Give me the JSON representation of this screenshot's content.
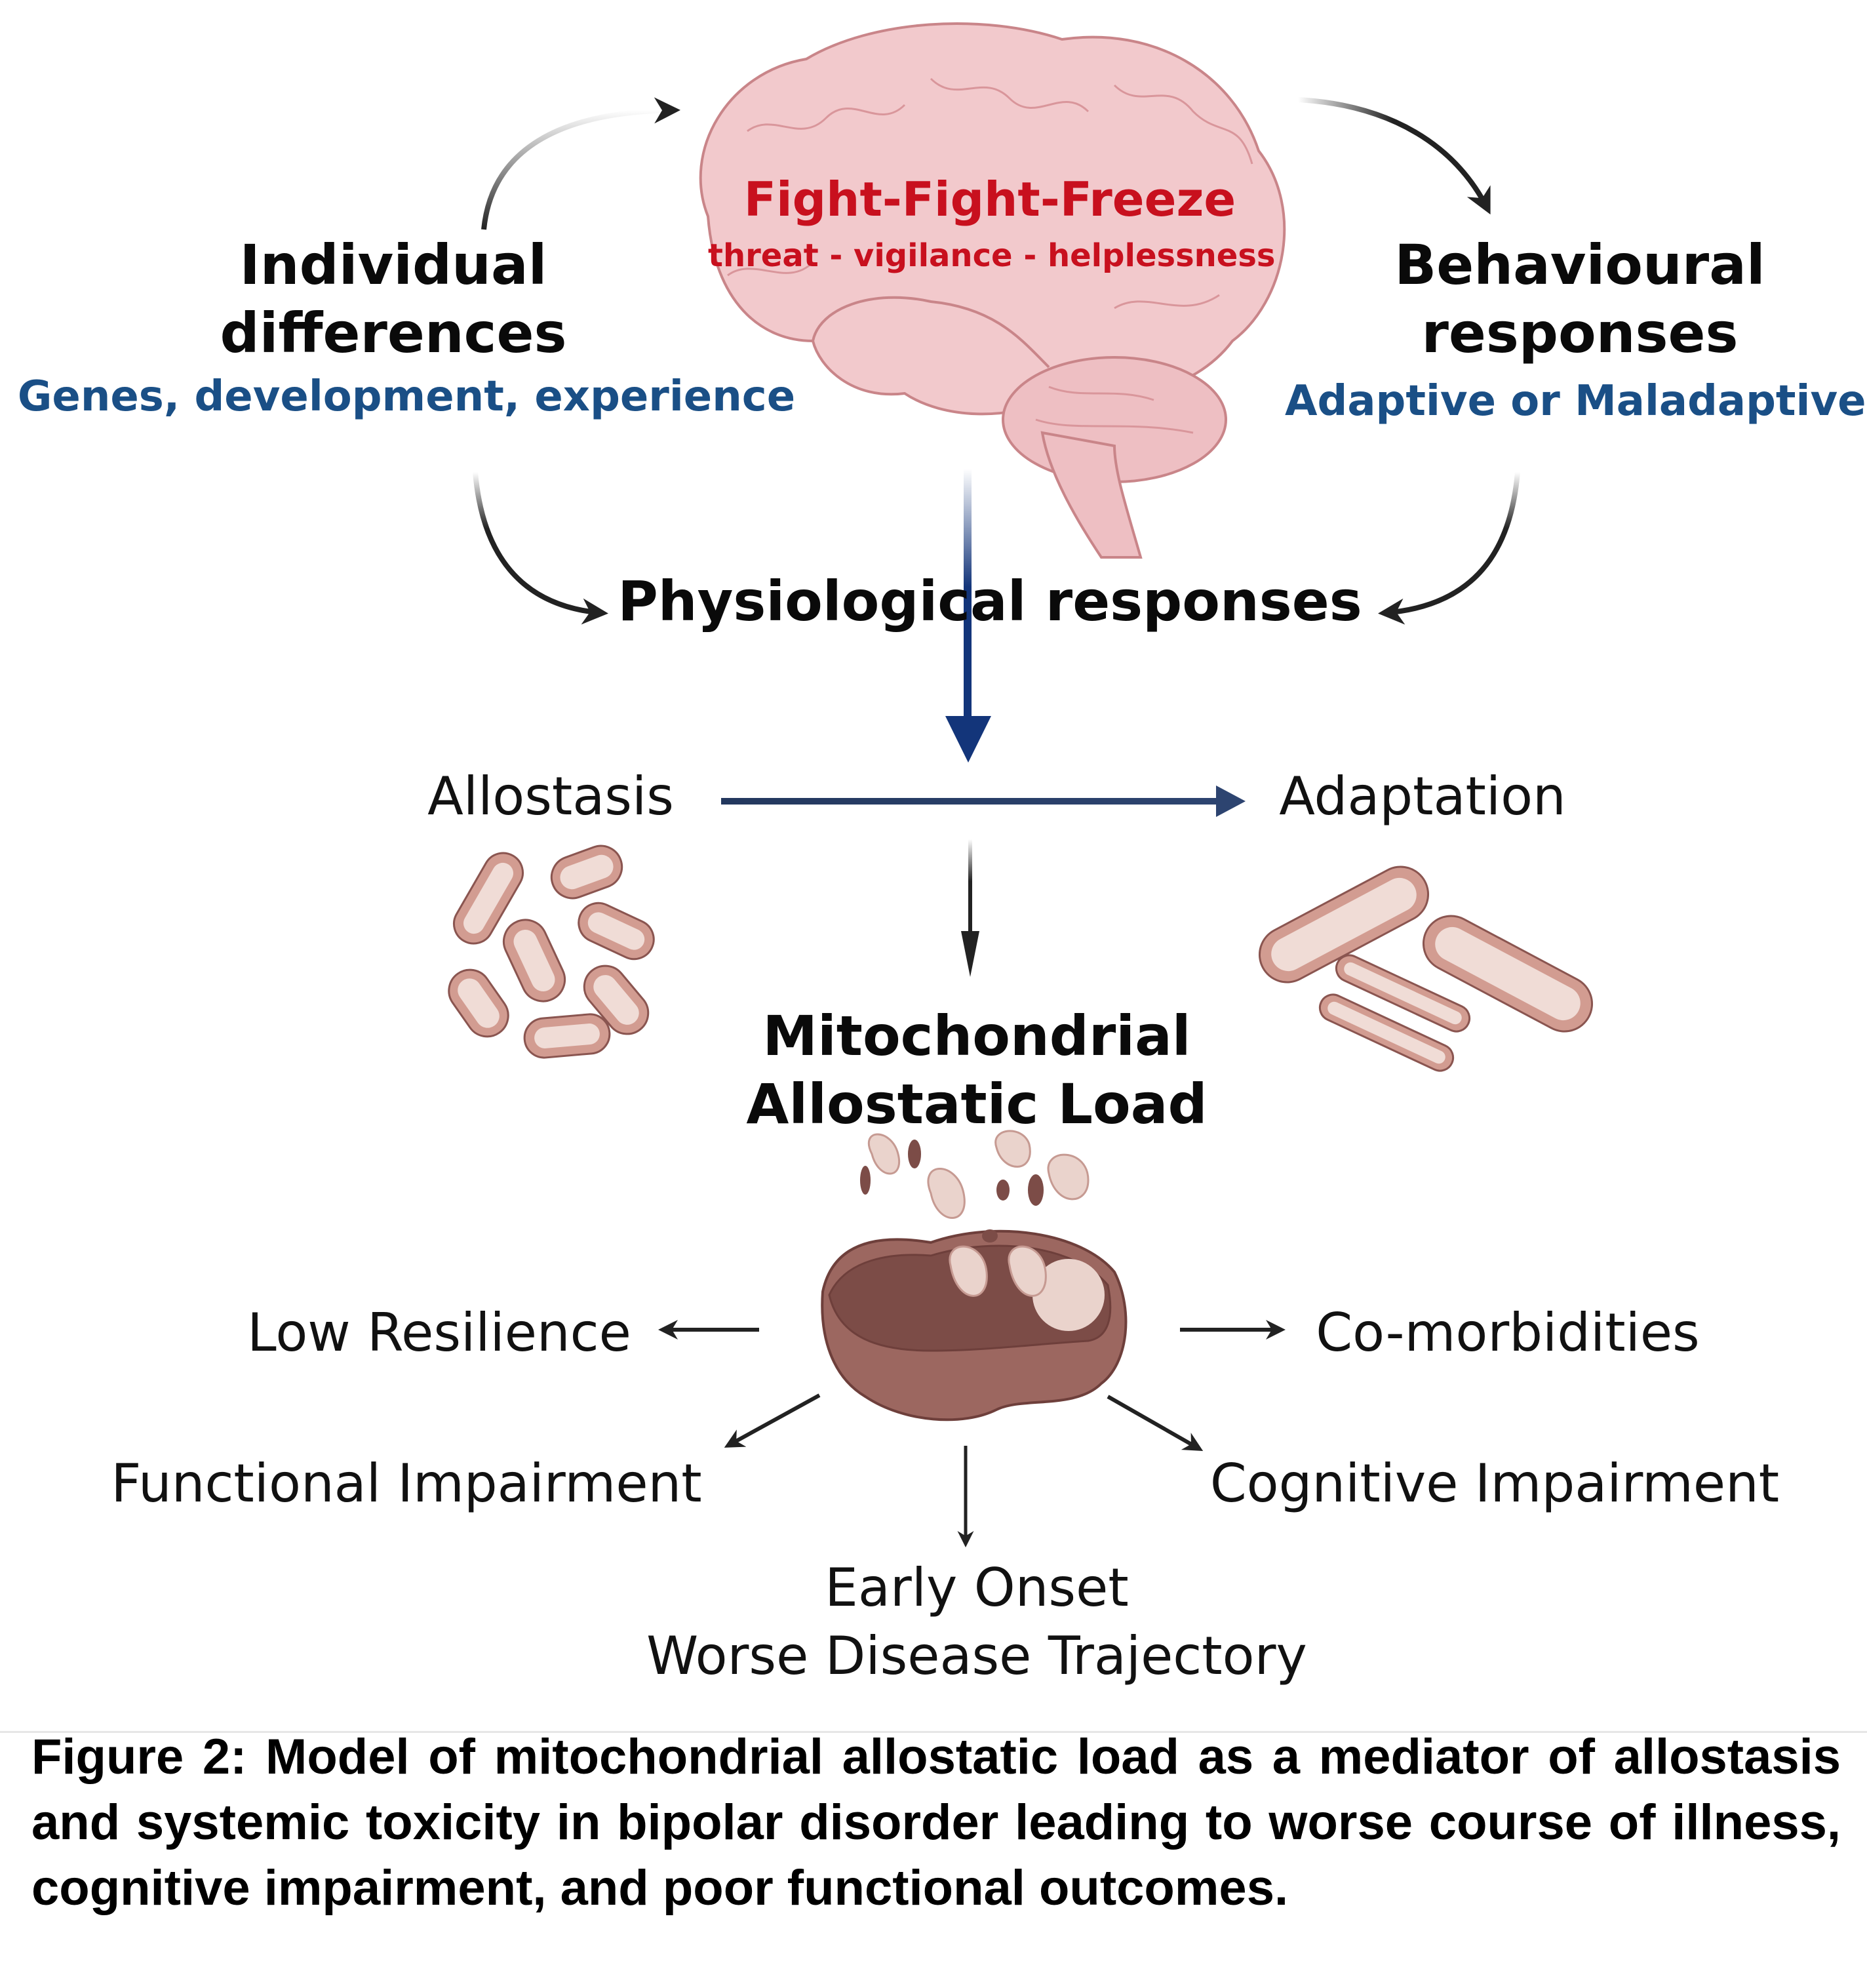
{
  "figure": {
    "brain": {
      "title": "Fight-Fight-Freeze",
      "subtitle": "threat - vigilance - helplessness"
    },
    "left_node": {
      "title_line1": "Individual",
      "title_line2": "differences",
      "subtitle": "Genes, development, experience"
    },
    "right_node": {
      "title_line1": "Behavioural",
      "title_line2": "responses",
      "subtitle": "Adaptive or Maladaptive"
    },
    "center_node": {
      "title": "Physiological responses"
    },
    "middle_row": {
      "left": "Allostasis",
      "right": "Adaptation"
    },
    "load_node": {
      "title_line1": "Mitochondrial",
      "title_line2": "Allostatic Load"
    },
    "outcomes": {
      "low_resilience": "Low Resilience",
      "comorbidities": "Co-morbidities",
      "functional_impairment": "Functional Impairment",
      "cognitive_impairment": "Cognitive Impairment",
      "early_onset": "Early Onset",
      "worse_trajectory": "Worse Disease Trajectory"
    },
    "colors": {
      "red_text": "#c8101e",
      "blue_text": "#1a4f86",
      "navy_arrow": "#13357a",
      "arrow_dark": "#222222",
      "brain_fill": "#f2c9cc",
      "brain_stroke": "#c98589",
      "mito_fill": "#d29c91",
      "mito_inner": "#f0dcd6",
      "mito_dark": "#8a5550"
    }
  },
  "caption": {
    "text": "Figure 2: Model of mitochondrial allostatic load as a mediator of allostasis and systemic toxicity in bipolar disorder leading to worse course of illness, cognitive impairment, and poor functional outcomes."
  }
}
